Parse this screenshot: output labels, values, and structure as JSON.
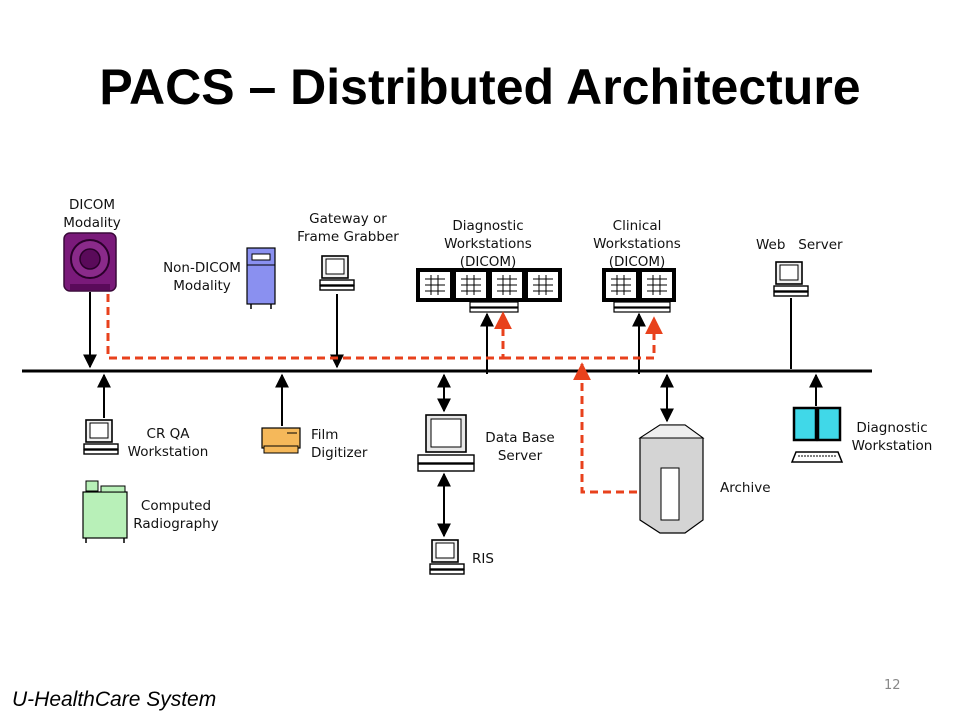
{
  "slide": {
    "title": "PACS – Distributed Architecture",
    "footer": "U-HealthCare System",
    "page_number": "12"
  },
  "labels": {
    "dicom_modality": [
      "DICOM",
      "Modality"
    ],
    "non_dicom_modality": [
      "Non-DICOM",
      "Modality"
    ],
    "gateway": [
      "Gateway or",
      "Frame Grabber"
    ],
    "diagnostic_workstations": [
      "Diagnostic",
      "Workstations",
      "(DICOM)"
    ],
    "clinical_workstations": [
      "Clinical",
      "Workstations",
      "(DICOM)"
    ],
    "web_server": "Web   Server",
    "cr_qa_workstation": [
      "CR QA",
      "Workstation"
    ],
    "computed_radiography": [
      "Computed",
      "Radiography"
    ],
    "film_digitizer": [
      "Film",
      "Digitizer"
    ],
    "database_server": [
      "Data Base",
      "Server"
    ],
    "ris": "RIS",
    "archive": "Archive",
    "diagnostic_workstation": [
      "Diagnostic",
      "Workstation"
    ]
  },
  "colors": {
    "network_line": "#000000",
    "dashed_flow": "#e8411c",
    "dicom_modality": "#7a1a7a",
    "non_dicom_modality": "#8a90f0",
    "film_digitizer": "#f5b85a",
    "computed_radiography": "#b8f0b8",
    "diagnostic_monitor": "#40d8e8"
  }
}
